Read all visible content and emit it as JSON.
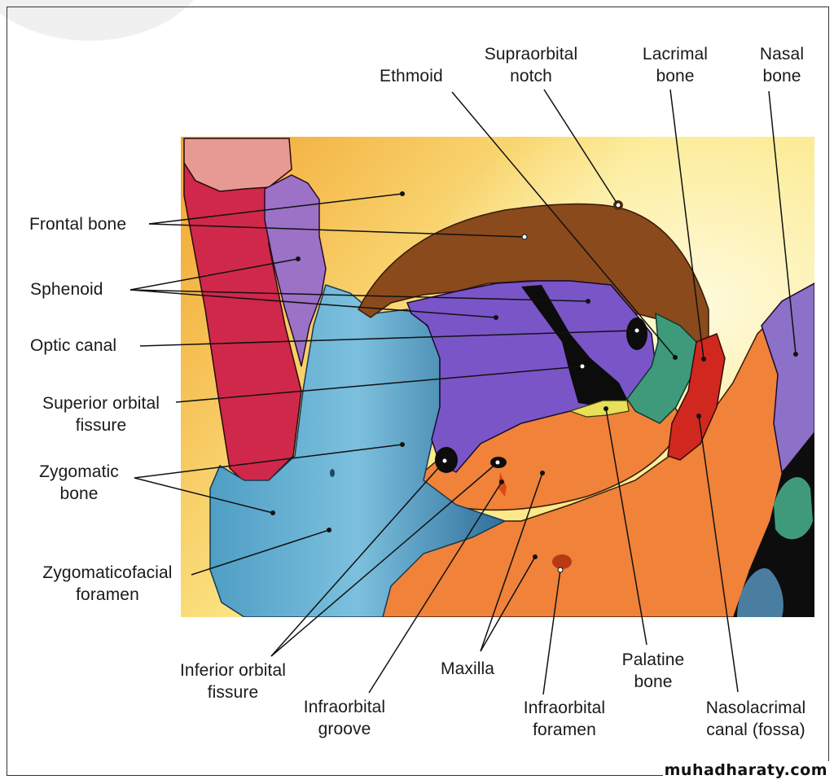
{
  "figure": {
    "title": "Bones of the orbit (anterior view)",
    "watermark": "muhadharaty.com"
  },
  "labels": {
    "ethmoid": "Ethmoid",
    "supraorbital_notch": [
      "Supraorbital",
      "notch"
    ],
    "lacrimal_bone": [
      "Lacrimal",
      "bone"
    ],
    "nasal_bone": [
      "Nasal",
      "bone"
    ],
    "frontal_bone": "Frontal bone",
    "sphenoid": "Sphenoid",
    "optic_canal": "Optic canal",
    "superior_orbital_fissure": [
      "Superior orbital",
      "fissure"
    ],
    "zygomatic_bone": [
      "Zygomatic",
      "bone"
    ],
    "zygomaticofacial_foramen": [
      "Zygomaticofacial",
      "foramen"
    ],
    "inferior_orbital_fissure": [
      "Inferior orbital",
      "fissure"
    ],
    "infraorbital_groove": [
      "Infraorbital",
      "groove"
    ],
    "maxilla": "Maxilla",
    "infraorbital_foramen": [
      "Infraorbital",
      "foramen"
    ],
    "palatine_bone": [
      "Palatine",
      "bone"
    ],
    "nasolacrimal_canal": [
      "Nasolacrimal",
      "canal (fossa)"
    ]
  },
  "colors": {
    "frontal": "#f2a531",
    "frontal_light": "#fbe98a",
    "orbital_roof": "#8a4a1c",
    "sphenoid": "#7a55c8",
    "sphenoid_left": "#9b72c6",
    "parietal_red": "#d0284a",
    "parietal_pink": "#e79a94",
    "zygomatic": "#4f9ec4",
    "zygomatic_dark": "#2f6f9a",
    "maxilla": "#f0823a",
    "ethmoid": "#3f9a7c",
    "lacrimal": "#d0281f",
    "palatine": "#e8df5a",
    "nasal": "#8d70c8",
    "fissure": "#0c0c0c",
    "leader": "#111111"
  }
}
